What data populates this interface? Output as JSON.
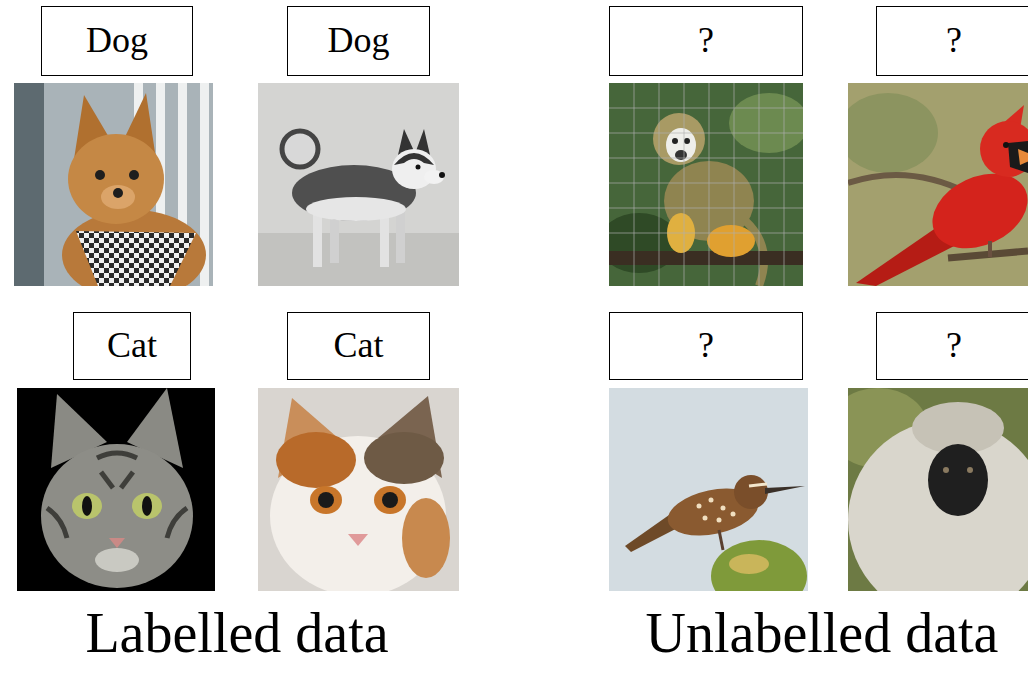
{
  "diagram": {
    "nodes": [
      {
        "text": [
          "Dog"
        ]
      },
      {
        "text": [
          "Dog"
        ]
      },
      {
        "text": [
          "?"
        ]
      },
      {
        "text": [
          "?"
        ]
      },
      {
        "text": [
          "Cat"
        ]
      },
      {
        "text": [
          "Cat"
        ]
      },
      {
        "text": [
          "?"
        ]
      },
      {
        "text": [
          "?"
        ]
      }
    ],
    "labels": [
      "Labelled data",
      "Unlabelled data"
    ]
  }
}
